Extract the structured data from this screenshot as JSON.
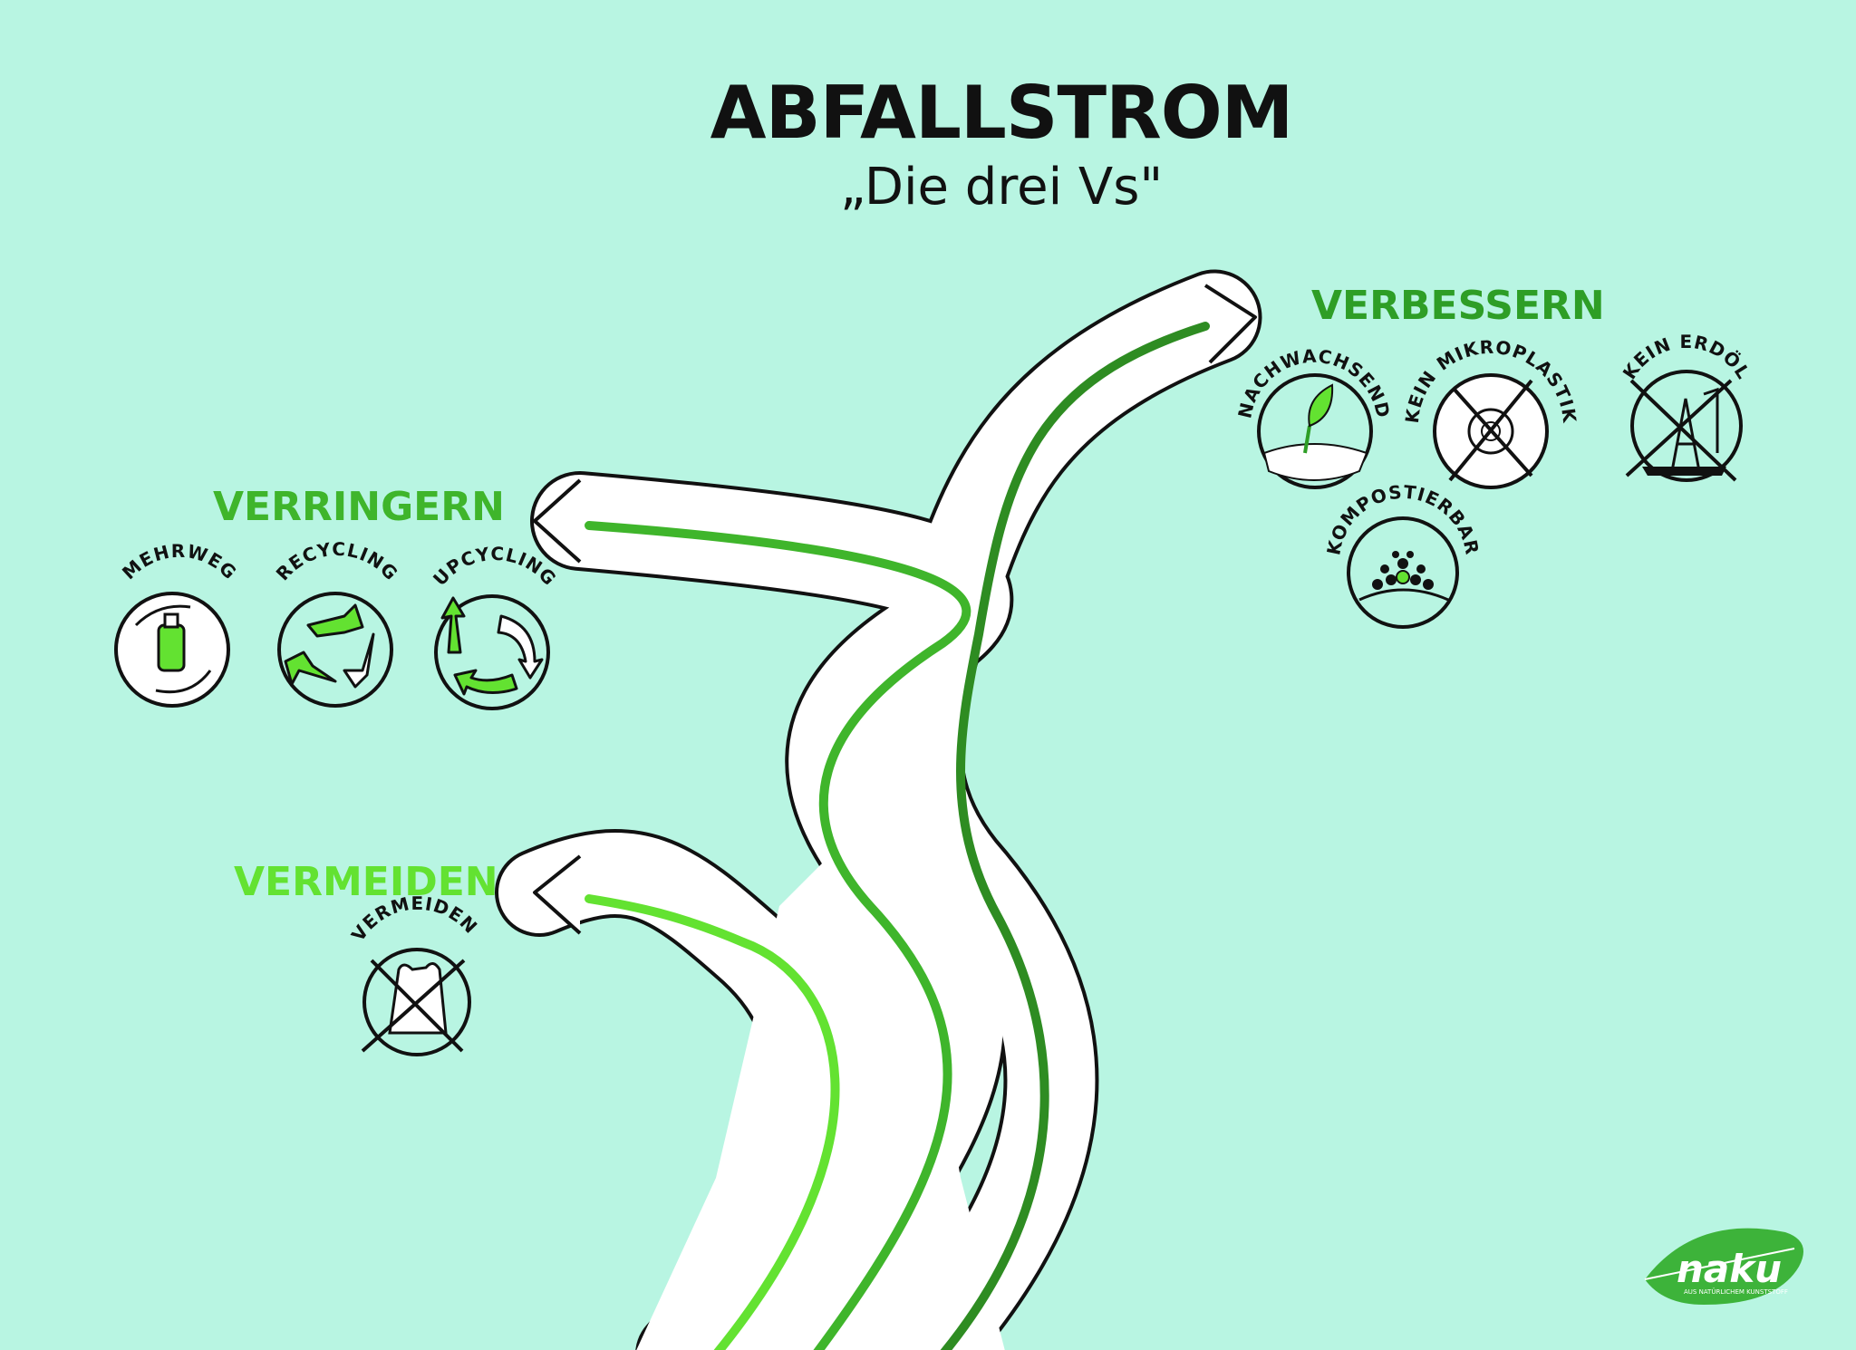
{
  "title": "ABFALLSTROM",
  "subtitle": "„Die drei Vs\"",
  "branches": {
    "verbessern": {
      "heading": "VERBESSERN",
      "color": "#2e9e26",
      "icons": [
        {
          "label": "NACHWACHSEND",
          "icon": "sprout-icon"
        },
        {
          "label": "KEIN MIKROPLASTIK",
          "icon": "microplastic-crossed-icon"
        },
        {
          "label": "KEIN ERDÖL",
          "icon": "oil-rig-crossed-icon"
        },
        {
          "label": "KOMPOSTIERBAR",
          "icon": "compost-icon"
        }
      ]
    },
    "verringern": {
      "heading": "VERRINGERN",
      "color": "#3fb52b",
      "icons": [
        {
          "label": "MEHRWEG",
          "icon": "reusable-bottle-icon"
        },
        {
          "label": "RECYCLING",
          "icon": "recycling-icon"
        },
        {
          "label": "UPCYCLING",
          "icon": "upcycling-icon"
        }
      ]
    },
    "vermeiden": {
      "heading": "VERMEIDEN",
      "color": "#63e231",
      "icons": [
        {
          "label": "VERMEIDEN",
          "icon": "plastic-bag-crossed-icon"
        }
      ]
    }
  },
  "logo": {
    "name": "naku",
    "tagline": "AUS NATÜRLICHEM KUNSTSTOFF",
    "color": "#3db33a"
  }
}
